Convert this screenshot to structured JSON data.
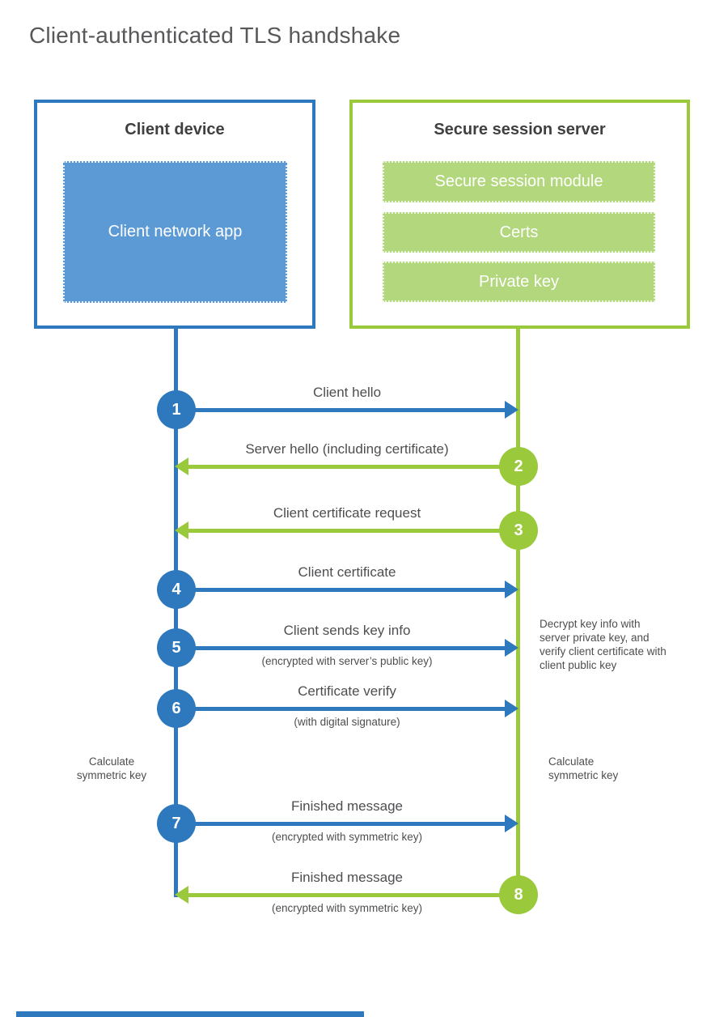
{
  "title": "Client-authenticated TLS handshake",
  "colors": {
    "blue": "#2e78bd",
    "blue_fill": "#5b9ad5",
    "green": "#9aca3c",
    "green_fill": "#b2d77d"
  },
  "client": {
    "title": "Client device",
    "app_label": "Client network app"
  },
  "server": {
    "title": "Secure session server",
    "modules": [
      "Secure session module",
      "Certs",
      "Private key"
    ]
  },
  "steps": [
    {
      "num": "1",
      "label": "Client hello",
      "sub": "",
      "from": "client"
    },
    {
      "num": "2",
      "label": "Server hello (including certificate)",
      "sub": "",
      "from": "server"
    },
    {
      "num": "3",
      "label": "Client certificate request",
      "sub": "",
      "from": "server"
    },
    {
      "num": "4",
      "label": "Client certificate",
      "sub": "",
      "from": "client"
    },
    {
      "num": "5",
      "label": "Client sends key info",
      "sub": "(encrypted with server’s public key)",
      "from": "client"
    },
    {
      "num": "6",
      "label": "Certificate verify",
      "sub": "(with digital signature)",
      "from": "client"
    },
    {
      "num": "7",
      "label": "Finished message",
      "sub": "(encrypted with symmetric key)",
      "from": "client"
    },
    {
      "num": "8",
      "label": "Finished message",
      "sub": "(encrypted with symmetric key)",
      "from": "server"
    }
  ],
  "annotations": {
    "decrypt_note": "Decrypt key info with server private key, and verify client certificate with client public key",
    "calc_left": "Calculate symmetric key",
    "calc_right": "Calculate symmetric key"
  }
}
